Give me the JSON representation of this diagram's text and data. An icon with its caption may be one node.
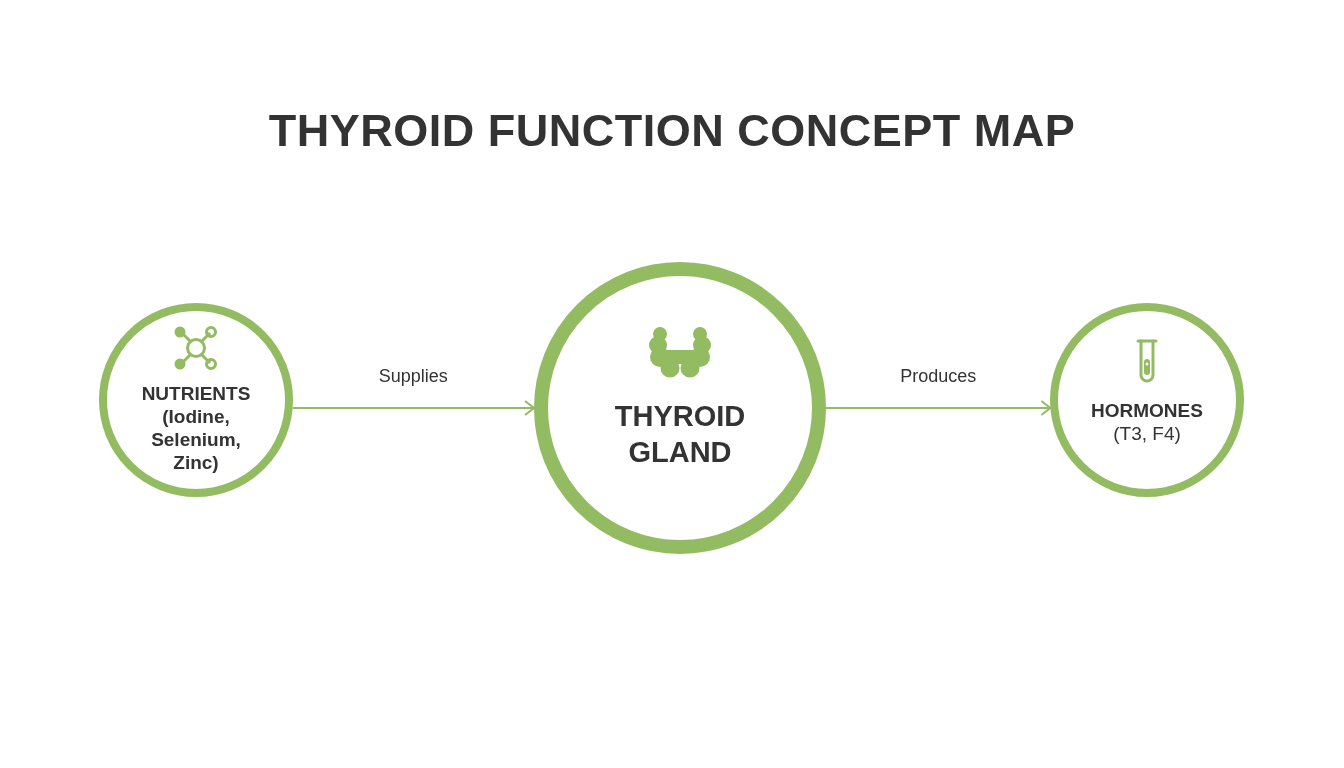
{
  "diagram": {
    "title": "THYROID FUNCTION CONCEPT MAP",
    "nodes": [
      {
        "text": [
          "NUTRIENTS",
          "(Iodine, Selenium, Zinc)"
        ]
      },
      {
        "text": [
          "THYROID GLAND"
        ]
      },
      {
        "text": [
          "HORMONES",
          "(T3, F4)"
        ]
      }
    ],
    "edges": [
      {
        "from": 0,
        "to": 1,
        "arrow": "to",
        "label": "Supplies"
      },
      {
        "from": 1,
        "to": 2,
        "arrow": "to",
        "label": "Produces"
      }
    ]
  }
}
